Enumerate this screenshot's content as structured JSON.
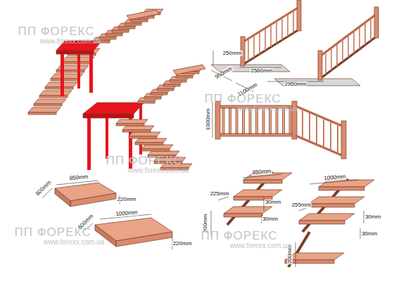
{
  "diagram": {
    "labels": [
      "ПП ФОРЕКС",
      "www.forexx.com.ua",
      "250mm",
      "950mm",
      "2560mm",
      "1100mm",
      "2950mm",
      "ПП ФОРЕКС",
      "www.forexx.com.ua",
      "1000mm",
      "ПП ФОРЕКС",
      "www.forexx.com.ua",
      "600mm",
      "850mm",
      "220mm",
      "600mm",
      "1000mm",
      "220mm",
      "ПП ФОРЕКС",
      "www.forexx.com.ua",
      "850mm",
      "225mm",
      "30mm",
      "30mm",
      "200mm",
      "1000mm",
      "255mm",
      "30mm",
      "30mm",
      "200mm",
      "ПП ФОРЕКС",
      "www.forexx.com.ua"
    ]
  }
}
